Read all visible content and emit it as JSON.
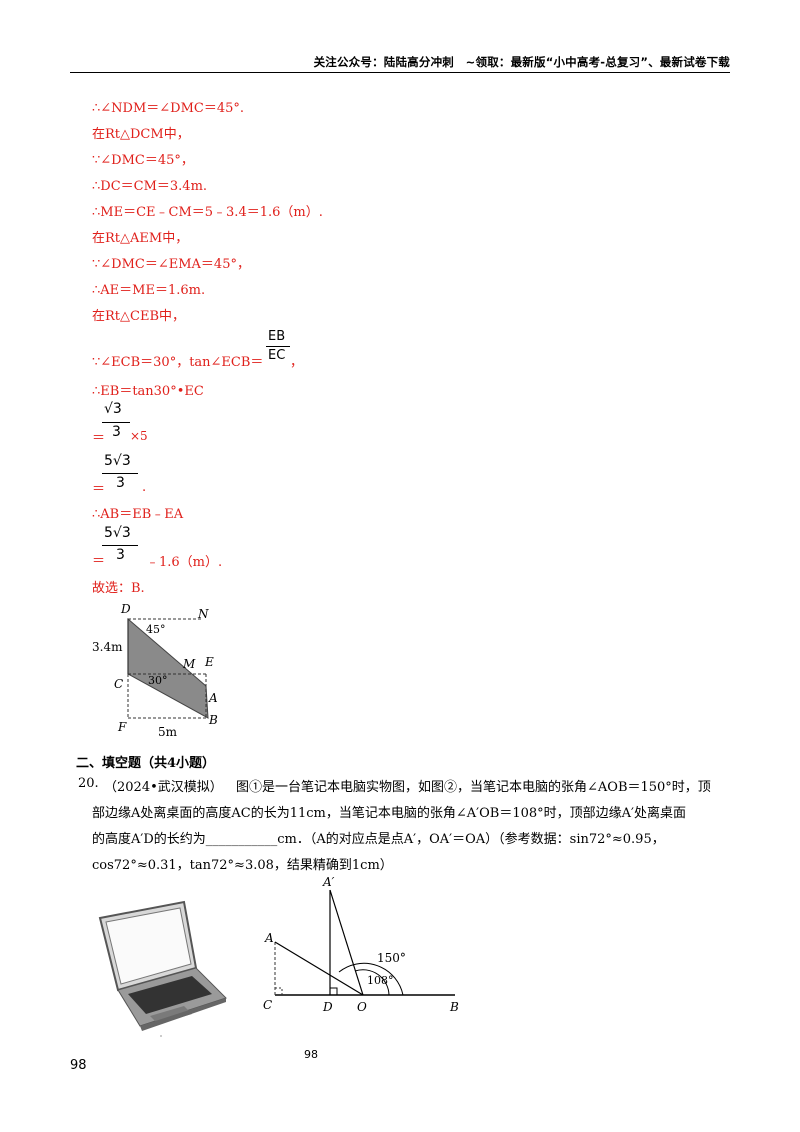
{
  "header": {
    "text": "关注公众号：陆陆高分冲刺　~领取：最新版“小中高考-总复习”、最新试卷下载"
  },
  "solution": {
    "l1": "∴∠NDM＝∠DMC＝45°.",
    "l2": "在Rt△DCM中，",
    "l3": "∵∠DMC＝45°，",
    "l4": "∴DC＝CM＝3.4m.",
    "l5": "∴ME＝CE﹣CM＝5﹣3.4＝1.6（m）.",
    "l6": "在Rt△AEM中，",
    "l7": "∵∠DMC＝∠EMA＝45°，",
    "l8": "∴AE＝ME＝1.6m.",
    "l9": "在Rt△CEB中，",
    "l10_pre": "∵∠ECB＝30°，tan∠ECB＝",
    "l10_num": "EB",
    "l10_den": "EC",
    "l10_post": "，",
    "l11": "∴EB＝tan30°•EC",
    "l12_eq": "＝",
    "l12_num": "√3",
    "l12_den": "3",
    "l12_post": "×5",
    "l13_eq": "＝",
    "l13_num": "5√3",
    "l13_den": "3",
    "l13_post": ".",
    "l14": "∴AB＝EB﹣EA",
    "l15_eq": "＝",
    "l15_num": "5√3",
    "l15_den": "3",
    "l15_post": "﹣1.6（m）.",
    "l16": "故选：B."
  },
  "figure1": {
    "labels": {
      "D": "D",
      "N": "N",
      "M": "M",
      "E": "E",
      "C": "C",
      "A": "A",
      "B": "B",
      "F": "F"
    },
    "angle_top": "45°",
    "angle_mid": "30°",
    "left_measure": "3.4m",
    "bottom_measure": "5m"
  },
  "section2": {
    "title": "二、填空题（共4小题）"
  },
  "q20": {
    "number": "20.",
    "source": "（2024•武汉模拟）",
    "line1": "图①是一台笔记本电脑实物图，如图②，当笔记本电脑的张角∠AOB＝150°时，顶",
    "line2": "部边缘A处离桌面的高度AC的长为11cm，当笔记本电脑的张角∠A′OB＝108°时，顶部边缘A′处离桌面",
    "line3": "的高度A′D的长约为___________cm．（A的对应点是点A′，OA′＝OA）（参考数据：sin72°≈0.95，",
    "line4": "cos72°≈0.31，tan72°≈3.08，结果精确到1cm）"
  },
  "figure2": {
    "labels": {
      "A_prime": "A′",
      "A": "A",
      "C": "C",
      "D": "D",
      "O": "O",
      "B": "B"
    },
    "angle_outer": "150°",
    "angle_inner": "108°"
  },
  "footer": {
    "left": "98",
    "center": "98"
  }
}
